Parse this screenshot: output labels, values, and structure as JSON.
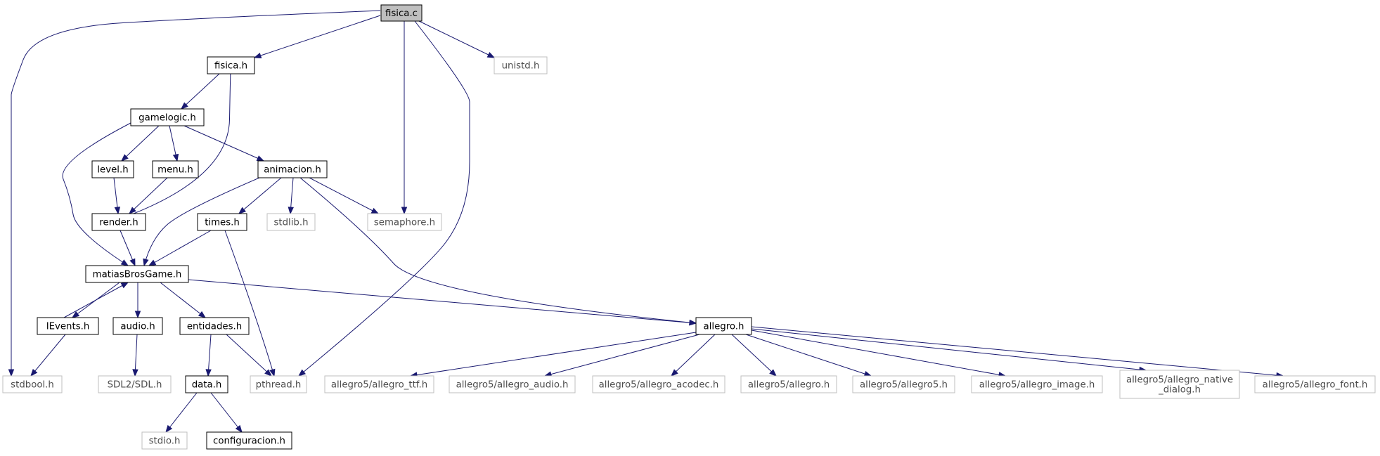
{
  "colors": {
    "edge": "#191970",
    "root_fill": "#bfbfbf",
    "internal_border": "#000000",
    "external_border": "#bfbfbf",
    "external_text": "#4d4d4d"
  },
  "diagram": {
    "nodes": [
      {
        "id": "fisica_c",
        "lines": [
          "fisica.c"
        ],
        "kind": "root"
      },
      {
        "id": "fisica_h",
        "lines": [
          "fisica.h"
        ],
        "kind": "internal"
      },
      {
        "id": "unistd_h",
        "lines": [
          "unistd.h"
        ],
        "kind": "external"
      },
      {
        "id": "gamelogic_h",
        "lines": [
          "gamelogic.h"
        ],
        "kind": "internal"
      },
      {
        "id": "level_h",
        "lines": [
          "level.h"
        ],
        "kind": "internal"
      },
      {
        "id": "menu_h",
        "lines": [
          "menu.h"
        ],
        "kind": "internal"
      },
      {
        "id": "animacion_h",
        "lines": [
          "animacion.h"
        ],
        "kind": "internal"
      },
      {
        "id": "render_h",
        "lines": [
          "render.h"
        ],
        "kind": "internal"
      },
      {
        "id": "times_h",
        "lines": [
          "times.h"
        ],
        "kind": "internal"
      },
      {
        "id": "stdlib_h",
        "lines": [
          "stdlib.h"
        ],
        "kind": "external"
      },
      {
        "id": "semaphore_h",
        "lines": [
          "semaphore.h"
        ],
        "kind": "external"
      },
      {
        "id": "matiasBrosGame_h",
        "lines": [
          "matiasBrosGame.h"
        ],
        "kind": "internal"
      },
      {
        "id": "IEvents_h",
        "lines": [
          "IEvents.h"
        ],
        "kind": "internal"
      },
      {
        "id": "audio_h",
        "lines": [
          "audio.h"
        ],
        "kind": "internal"
      },
      {
        "id": "entidades_h",
        "lines": [
          "entidades.h"
        ],
        "kind": "internal"
      },
      {
        "id": "allegro_h",
        "lines": [
          "allegro.h"
        ],
        "kind": "internal"
      },
      {
        "id": "stdbool_h",
        "lines": [
          "stdbool.h"
        ],
        "kind": "external"
      },
      {
        "id": "SDL_h",
        "lines": [
          "SDL2/SDL.h"
        ],
        "kind": "external"
      },
      {
        "id": "data_h",
        "lines": [
          "data.h"
        ],
        "kind": "internal"
      },
      {
        "id": "pthread_h",
        "lines": [
          "pthread.h"
        ],
        "kind": "external"
      },
      {
        "id": "allegro_ttf_h",
        "lines": [
          "allegro5/allegro_ttf.h"
        ],
        "kind": "external"
      },
      {
        "id": "allegro_audio_h",
        "lines": [
          "allegro5/allegro_audio.h"
        ],
        "kind": "external"
      },
      {
        "id": "allegro_acodec_h",
        "lines": [
          "allegro5/allegro_acodec.h"
        ],
        "kind": "external"
      },
      {
        "id": "a5_allegro_h",
        "lines": [
          "allegro5/allegro.h"
        ],
        "kind": "external"
      },
      {
        "id": "allegro5_h",
        "lines": [
          "allegro5/allegro5.h"
        ],
        "kind": "external"
      },
      {
        "id": "allegro_image_h",
        "lines": [
          "allegro5/allegro_image.h"
        ],
        "kind": "external"
      },
      {
        "id": "allegro_native_dialog_h",
        "lines": [
          "allegro5/allegro_native",
          "_dialog.h"
        ],
        "kind": "external"
      },
      {
        "id": "allegro_font_h",
        "lines": [
          "allegro5/allegro_font.h"
        ],
        "kind": "external"
      },
      {
        "id": "stdio_h",
        "lines": [
          "stdio.h"
        ],
        "kind": "external"
      },
      {
        "id": "configuracion_h",
        "lines": [
          "configuracion.h"
        ],
        "kind": "internal"
      }
    ],
    "edges": [
      [
        "fisica_c",
        "fisica_h"
      ],
      [
        "fisica_c",
        "unistd_h"
      ],
      [
        "fisica_c",
        "semaphore_h"
      ],
      [
        "fisica_c",
        "pthread_h"
      ],
      [
        "fisica_c",
        "stdbool_h"
      ],
      [
        "fisica_h",
        "gamelogic_h"
      ],
      [
        "gamelogic_h",
        "level_h"
      ],
      [
        "gamelogic_h",
        "menu_h"
      ],
      [
        "gamelogic_h",
        "animacion_h"
      ],
      [
        "gamelogic_h",
        "matiasBrosGame_h"
      ],
      [
        "level_h",
        "render_h"
      ],
      [
        "menu_h",
        "render_h"
      ],
      [
        "render_h",
        "fisica_h"
      ],
      [
        "render_h",
        "matiasBrosGame_h"
      ],
      [
        "animacion_h",
        "times_h"
      ],
      [
        "animacion_h",
        "stdlib_h"
      ],
      [
        "animacion_h",
        "semaphore_h"
      ],
      [
        "animacion_h",
        "matiasBrosGame_h"
      ],
      [
        "animacion_h",
        "allegro_h"
      ],
      [
        "times_h",
        "matiasBrosGame_h"
      ],
      [
        "times_h",
        "pthread_h"
      ],
      [
        "matiasBrosGame_h",
        "IEvents_h"
      ],
      [
        "matiasBrosGame_h",
        "audio_h"
      ],
      [
        "matiasBrosGame_h",
        "entidades_h"
      ],
      [
        "matiasBrosGame_h",
        "allegro_h"
      ],
      [
        "IEvents_h",
        "matiasBrosGame_h"
      ],
      [
        "IEvents_h",
        "stdbool_h"
      ],
      [
        "audio_h",
        "SDL_h"
      ],
      [
        "entidades_h",
        "data_h"
      ],
      [
        "entidades_h",
        "pthread_h"
      ],
      [
        "data_h",
        "stdio_h"
      ],
      [
        "data_h",
        "configuracion_h"
      ],
      [
        "allegro_h",
        "allegro_ttf_h"
      ],
      [
        "allegro_h",
        "allegro_audio_h"
      ],
      [
        "allegro_h",
        "allegro_acodec_h"
      ],
      [
        "allegro_h",
        "a5_allegro_h"
      ],
      [
        "allegro_h",
        "allegro5_h"
      ],
      [
        "allegro_h",
        "allegro_image_h"
      ],
      [
        "allegro_h",
        "allegro_native_dialog_h"
      ],
      [
        "allegro_h",
        "allegro_font_h"
      ]
    ]
  }
}
